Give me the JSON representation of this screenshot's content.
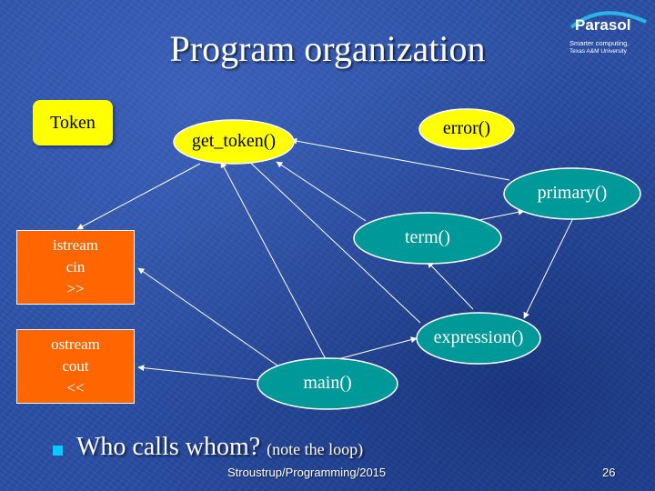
{
  "title": "Program organization",
  "logo": {
    "name": "Parasol",
    "tagline": "Smarter computing.",
    "institution": "Texas A&M University"
  },
  "diagram": {
    "nodes": {
      "token": "Token",
      "get_token": "get_token()",
      "error": "error()",
      "primary": "primary()",
      "term": "term()",
      "expression": "expression()",
      "main": "main()",
      "istream": [
        "istream",
        "cin",
        ">>"
      ],
      "ostream": [
        "ostream",
        "cout",
        "<<"
      ]
    },
    "edges": [
      {
        "from": "get_token",
        "to": "istream"
      },
      {
        "from": "main",
        "to": "get_token"
      },
      {
        "from": "main",
        "to": "istream"
      },
      {
        "from": "main",
        "to": "ostream"
      },
      {
        "from": "main",
        "to": "expression"
      },
      {
        "from": "expression",
        "to": "term"
      },
      {
        "from": "expression",
        "to": "get_token"
      },
      {
        "from": "term",
        "to": "get_token"
      },
      {
        "from": "term",
        "to": "primary"
      },
      {
        "from": "primary",
        "to": "get_token"
      },
      {
        "from": "primary",
        "to": "expression"
      }
    ],
    "colors": {
      "yellow_node": "#ffff00",
      "teal_node": "#009999",
      "orange_box": "#ff6600",
      "background": "#2a4fa6",
      "bullet": "#00ccff"
    }
  },
  "bullet": {
    "text": "Who calls whom?",
    "note": "(note the loop)"
  },
  "footer": {
    "source": "Stroustrup/Programming/2015",
    "page": "26"
  }
}
